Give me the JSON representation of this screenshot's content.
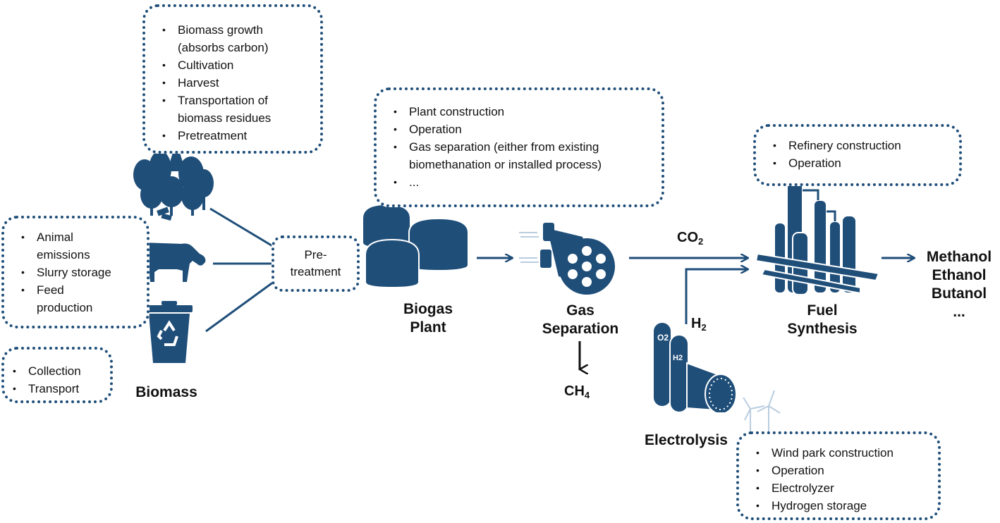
{
  "boxes": {
    "biomass_growth": [
      "Biomass growth",
      "(absorbs carbon)",
      "Cultivation",
      "Harvest",
      "Transportation of",
      "biomass residues",
      "Pretreatment"
    ],
    "animal": [
      "Animal",
      "emissions",
      "Slurry storage",
      "Feed",
      "production"
    ],
    "collection": [
      "Collection",
      "Transport"
    ],
    "plant": [
      "Plant construction",
      "Operation",
      "Gas separation (either from existing",
      "biomethanation or installed process)",
      "..."
    ],
    "refinery": [
      "Refinery construction",
      "Operation"
    ],
    "wind": [
      "Wind park construction",
      "Operation",
      "Electrolyzer",
      "Hydrogen storage"
    ]
  },
  "pretreatment": [
    "Pre-",
    "treatment"
  ],
  "labels": {
    "biomass": "Biomass",
    "biogas_plant": [
      "Biogas",
      "Plant"
    ],
    "gas_separation": [
      "Gas",
      "Separation"
    ],
    "electrolysis": "Electrolysis",
    "fuel_synthesis": [
      "Fuel",
      "Synthesis"
    ]
  },
  "chemicals": {
    "co2": {
      "base": "CO",
      "sub": "2"
    },
    "h2": {
      "base": "H",
      "sub": "2"
    },
    "ch4": {
      "base": "CH",
      "sub": "4"
    }
  },
  "products": [
    "Methanol",
    "Ethanol",
    "Butanol",
    "..."
  ],
  "tank_labels": {
    "o2": "O2",
    "h2": "H2"
  },
  "colors": {
    "icon": "#1f4e79",
    "border": "#1f4e79",
    "line": "#1f4e79",
    "text": "#111111"
  }
}
